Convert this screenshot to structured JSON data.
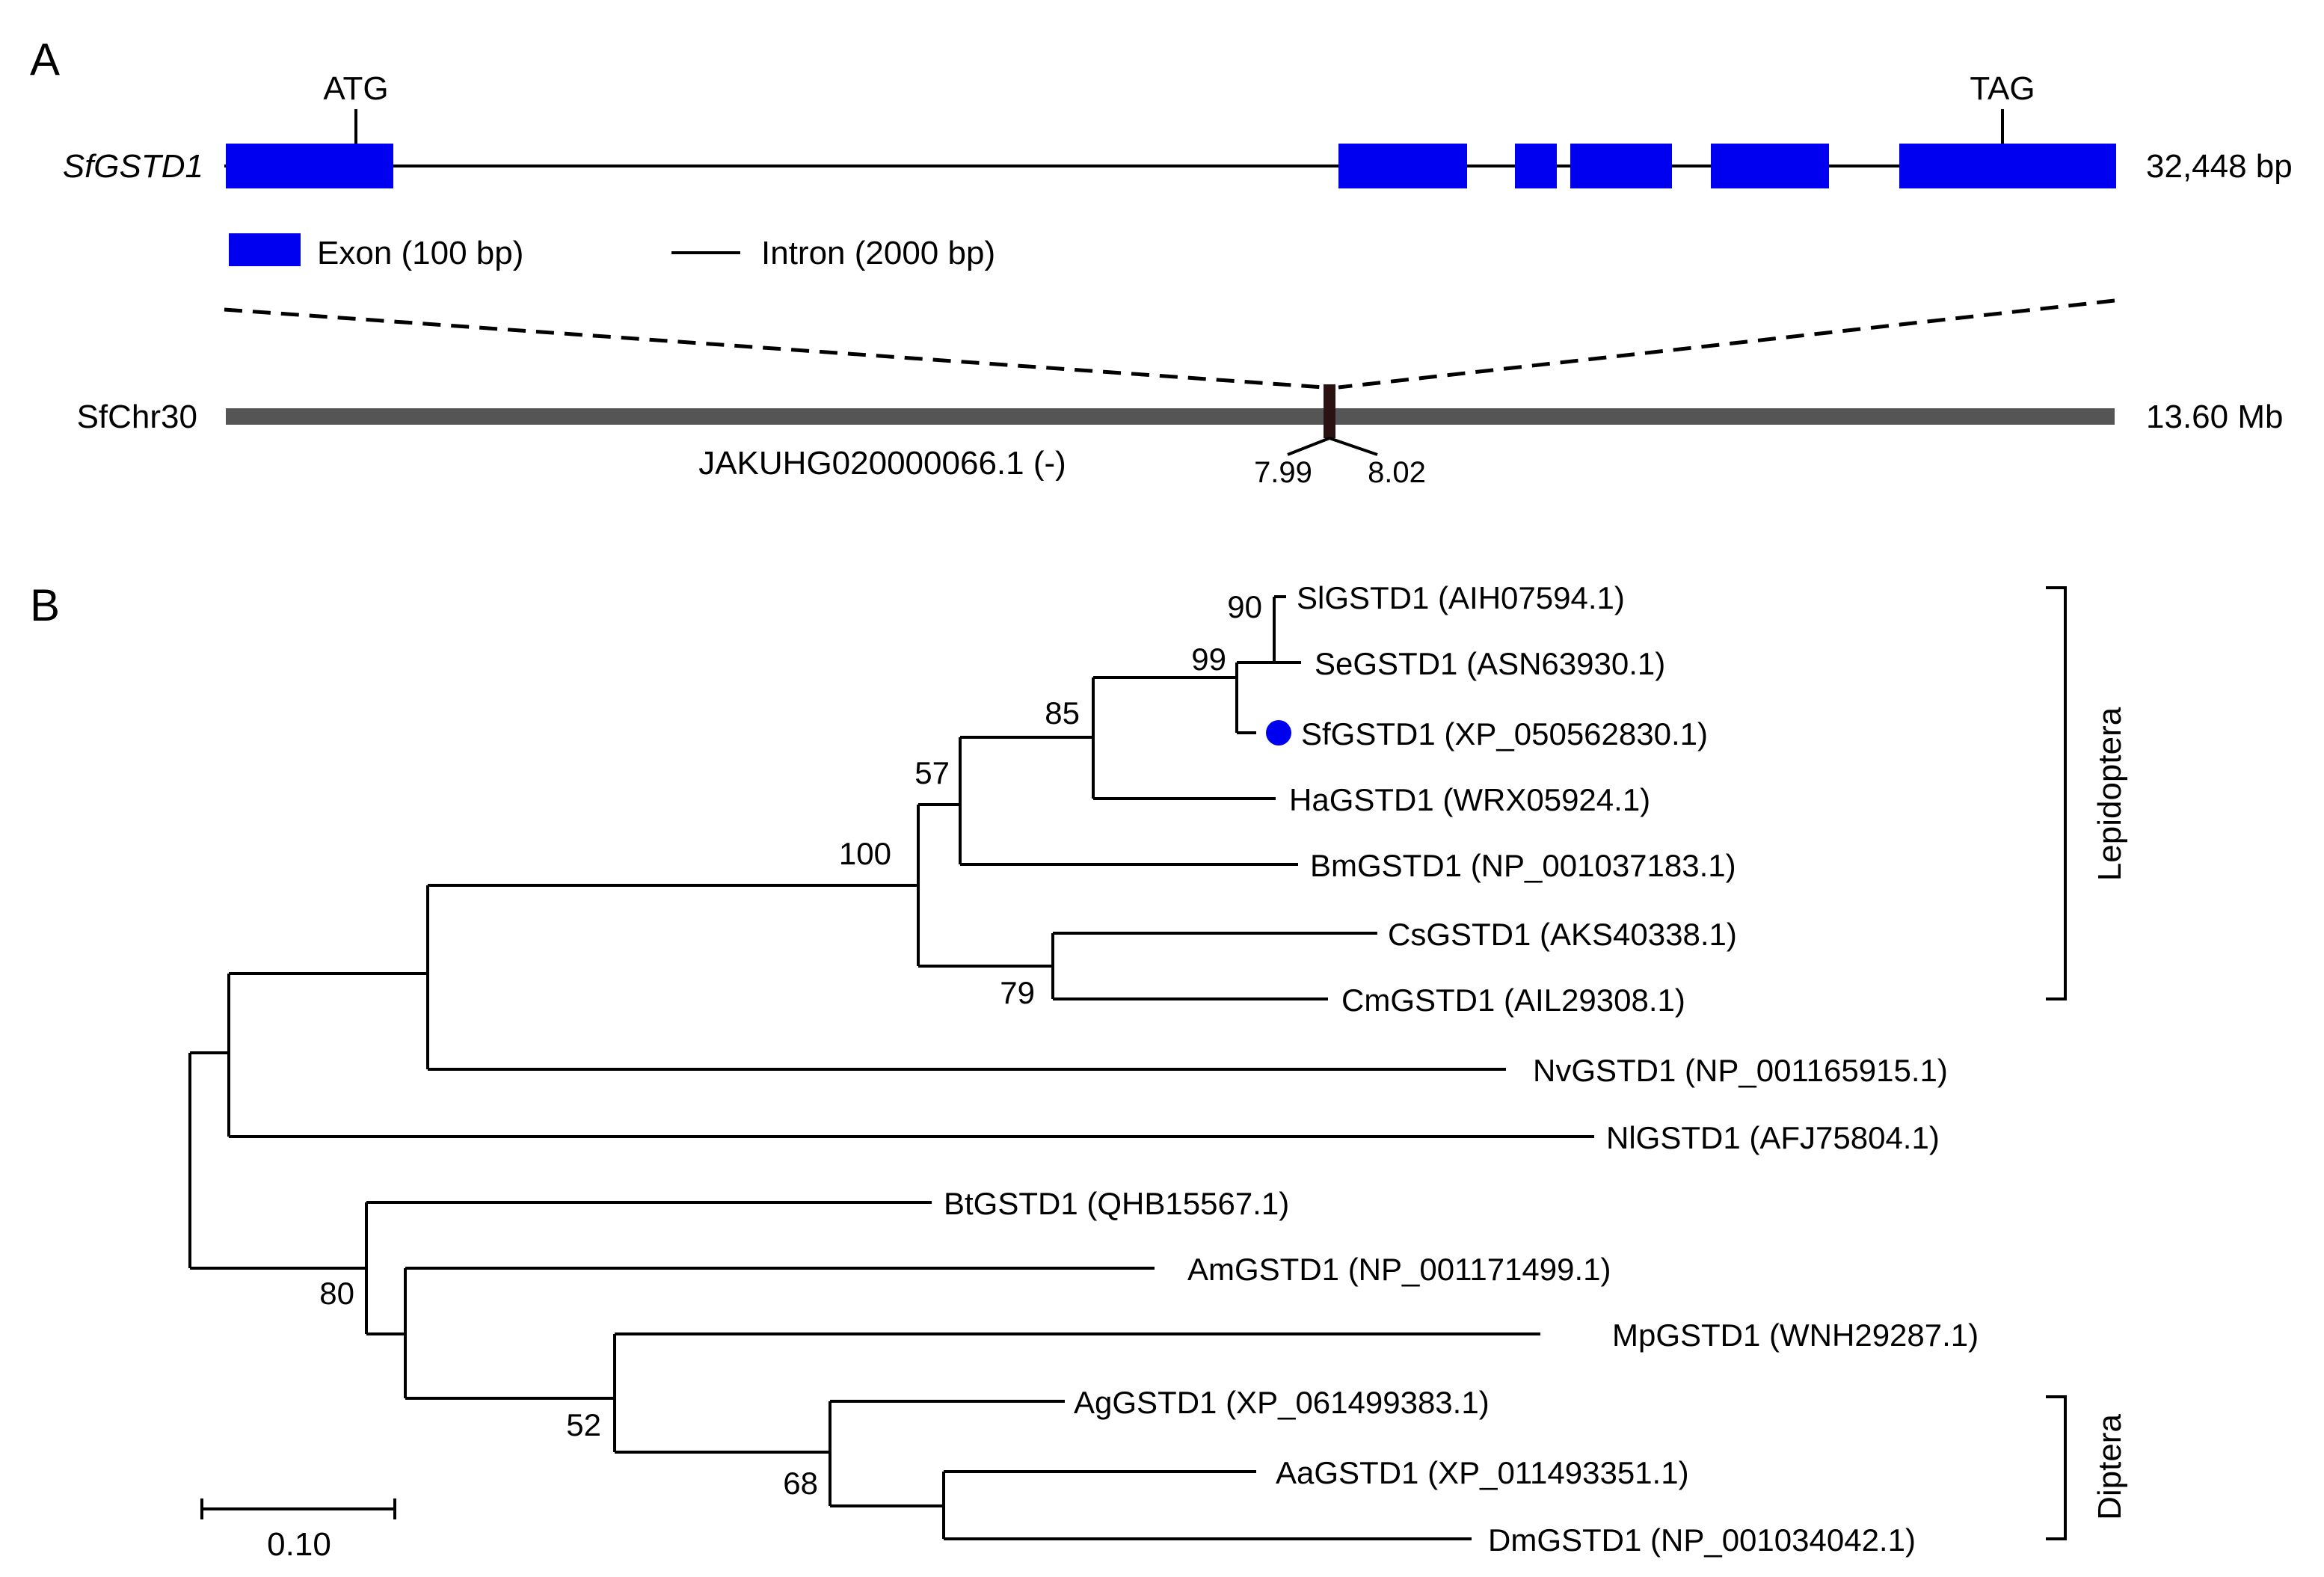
{
  "colors": {
    "exon": "#0000f0",
    "intron": "#000000",
    "chromosome": "#555555",
    "locus_mark": "#2a1212",
    "highlight_dot": "#0000f0",
    "line": "#000000"
  },
  "panel_a": {
    "letter": "A",
    "gene_name": "SfGSTD1",
    "gene_length": "32,448 bp",
    "start_codon": "ATG",
    "stop_codon": "TAG",
    "legend": {
      "exon_label": "Exon (100 bp)",
      "intron_label": "Intron (2000 bp)"
    },
    "chromosome_name": "SfChr30",
    "chromosome_length": "13.60 Mb",
    "scaffold": "JAKUHG020000066.1 (-)",
    "locus_start": "7.99",
    "locus_end": "8.02"
  },
  "panel_b": {
    "letter": "B",
    "taxa": [
      "SlGSTD1 (AIH07594.1)",
      "SeGSTD1 (ASN63930.1)",
      "SfGSTD1 (XP_050562830.1)",
      "HaGSTD1 (WRX05924.1)",
      "BmGSTD1 (NP_001037183.1)",
      "CsGSTD1 (AKS40338.1)",
      "CmGSTD1 (AIL29308.1)",
      "NvGSTD1 (NP_001165915.1)",
      "NlGSTD1 (AFJ75804.1)",
      "BtGSTD1 (QHB15567.1)",
      "AmGSTD1 (NP_001171499.1)",
      "MpGSTD1 (WNH29287.1)",
      "AgGSTD1 (XP_061499383.1)",
      "AaGSTD1 (XP_011493351.1)",
      "DmGSTD1 (NP_001034042.1)"
    ],
    "highlighted_taxon": "SfGSTD1 (XP_050562830.1)",
    "bootstrap": {
      "sl_se": "90",
      "sl_se_sf": "99",
      "with_ha": "85",
      "with_bm": "57",
      "lepidoptera": "100",
      "cs_cm": "79",
      "bt_group": "80",
      "mp_group": "52",
      "diptera": "68"
    },
    "clades": {
      "lepidoptera": "Lepidoptera",
      "diptera": "Diptera"
    },
    "scale_bar": "0.10"
  }
}
